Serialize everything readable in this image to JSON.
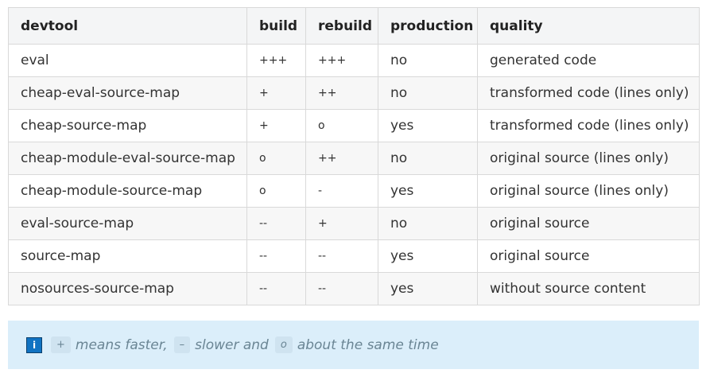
{
  "table": {
    "headers": [
      "devtool",
      "build",
      "rebuild",
      "production",
      "quality"
    ],
    "rows": [
      [
        "eval",
        "+++",
        "+++",
        "no",
        "generated code"
      ],
      [
        "cheap-eval-source-map",
        "+",
        "++",
        "no",
        "transformed code (lines only)"
      ],
      [
        "cheap-source-map",
        "+",
        "o",
        "yes",
        "transformed code (lines only)"
      ],
      [
        "cheap-module-eval-source-map",
        "o",
        "++",
        "no",
        "original source (lines only)"
      ],
      [
        "cheap-module-source-map",
        "o",
        "-",
        "yes",
        "original source (lines only)"
      ],
      [
        "eval-source-map",
        "--",
        "+",
        "no",
        "original source"
      ],
      [
        "source-map",
        "--",
        "--",
        "yes",
        "original source"
      ],
      [
        "nosources-source-map",
        "--",
        "--",
        "yes",
        "without source content"
      ]
    ]
  },
  "tip": {
    "icon": "info-icon",
    "icon_glyph": "i",
    "plus_symbol": "+",
    "plus_text": "means faster,",
    "minus_symbol": "–",
    "minus_text": "slower and",
    "o_symbol": "o",
    "o_text": "about the same time"
  }
}
